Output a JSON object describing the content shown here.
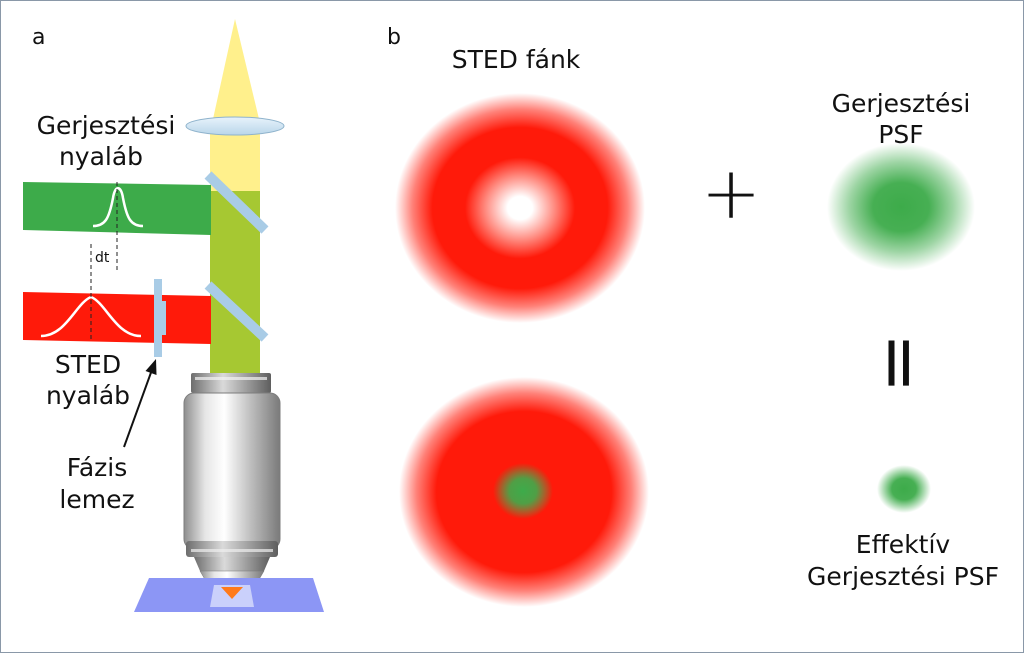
{
  "panel_a": {
    "letter": "a",
    "excitation_beam_line1": "Gerjesztési",
    "excitation_beam_line2": "nyaláb",
    "delay_label": "dt",
    "sted_beam_line1": "STED",
    "sted_beam_line2": "nyaláb",
    "phase_plate_line1": "Fázis",
    "phase_plate_line2": "lemez"
  },
  "panel_b": {
    "letter": "b",
    "sted_donut_title": "STED fánk",
    "excitation_psf_line1": "Gerjesztési",
    "excitation_psf_line2": "PSF",
    "plus_symbol": "+",
    "equals_symbol": "=",
    "effective_psf_line1": "Effektív",
    "effective_psf_line2": "Gerjesztési PSF"
  },
  "colors": {
    "sted_red": "#ff1a0a",
    "excitation_green": "#3dab4a",
    "detection_yellow": "#fff08c",
    "combined_beam": "#a6c832",
    "dichroic_blue": "#a9cce6",
    "sample_stage": "#8c96f5",
    "focus_orange": "#ff7a1a"
  }
}
